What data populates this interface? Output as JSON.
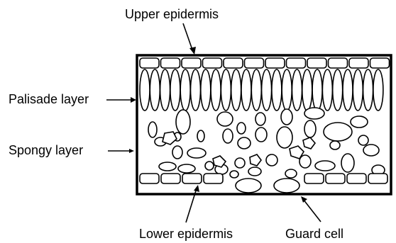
{
  "diagram": {
    "labels": {
      "upper_epidermis": "Upper epidermis",
      "palisade_layer": "Palisade layer",
      "spongy_layer": "Spongy layer",
      "lower_epidermis": "Lower epidermis",
      "guard_cell": "Guard cell"
    }
  }
}
